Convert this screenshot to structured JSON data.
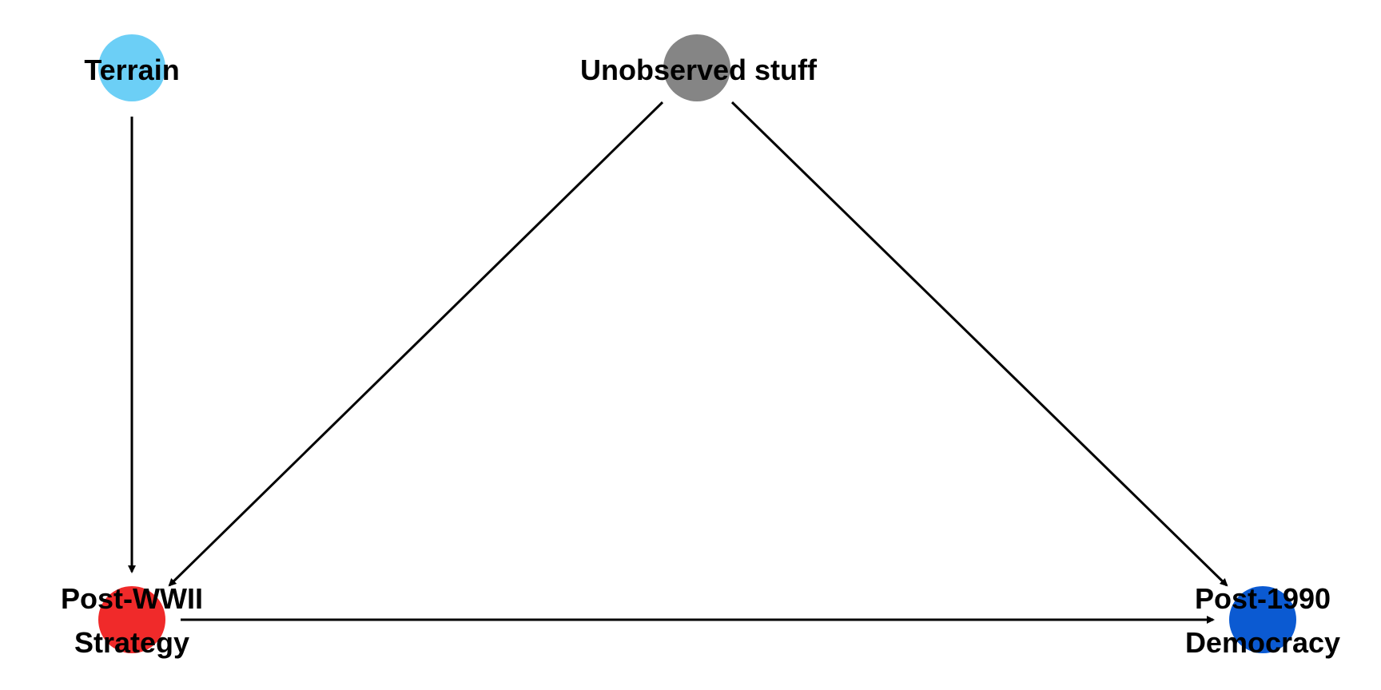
{
  "diagram": {
    "type": "causal-dag",
    "nodes": [
      {
        "id": "terrain",
        "label_lines": [
          "Terrain"
        ],
        "color": "#6ccff6"
      },
      {
        "id": "unobserved",
        "label_lines": [
          "Unobserved stuff"
        ],
        "color": "#858585"
      },
      {
        "id": "strategy",
        "label_lines": [
          "Post-WWII",
          "Strategy"
        ],
        "color": "#f02a2a"
      },
      {
        "id": "democracy",
        "label_lines": [
          "Post-1990",
          "Democracy"
        ],
        "color": "#0b5ad2"
      }
    ],
    "edges": [
      {
        "from": "terrain",
        "to": "strategy"
      },
      {
        "from": "unobserved",
        "to": "strategy"
      },
      {
        "from": "unobserved",
        "to": "democracy"
      },
      {
        "from": "strategy",
        "to": "democracy"
      }
    ]
  }
}
